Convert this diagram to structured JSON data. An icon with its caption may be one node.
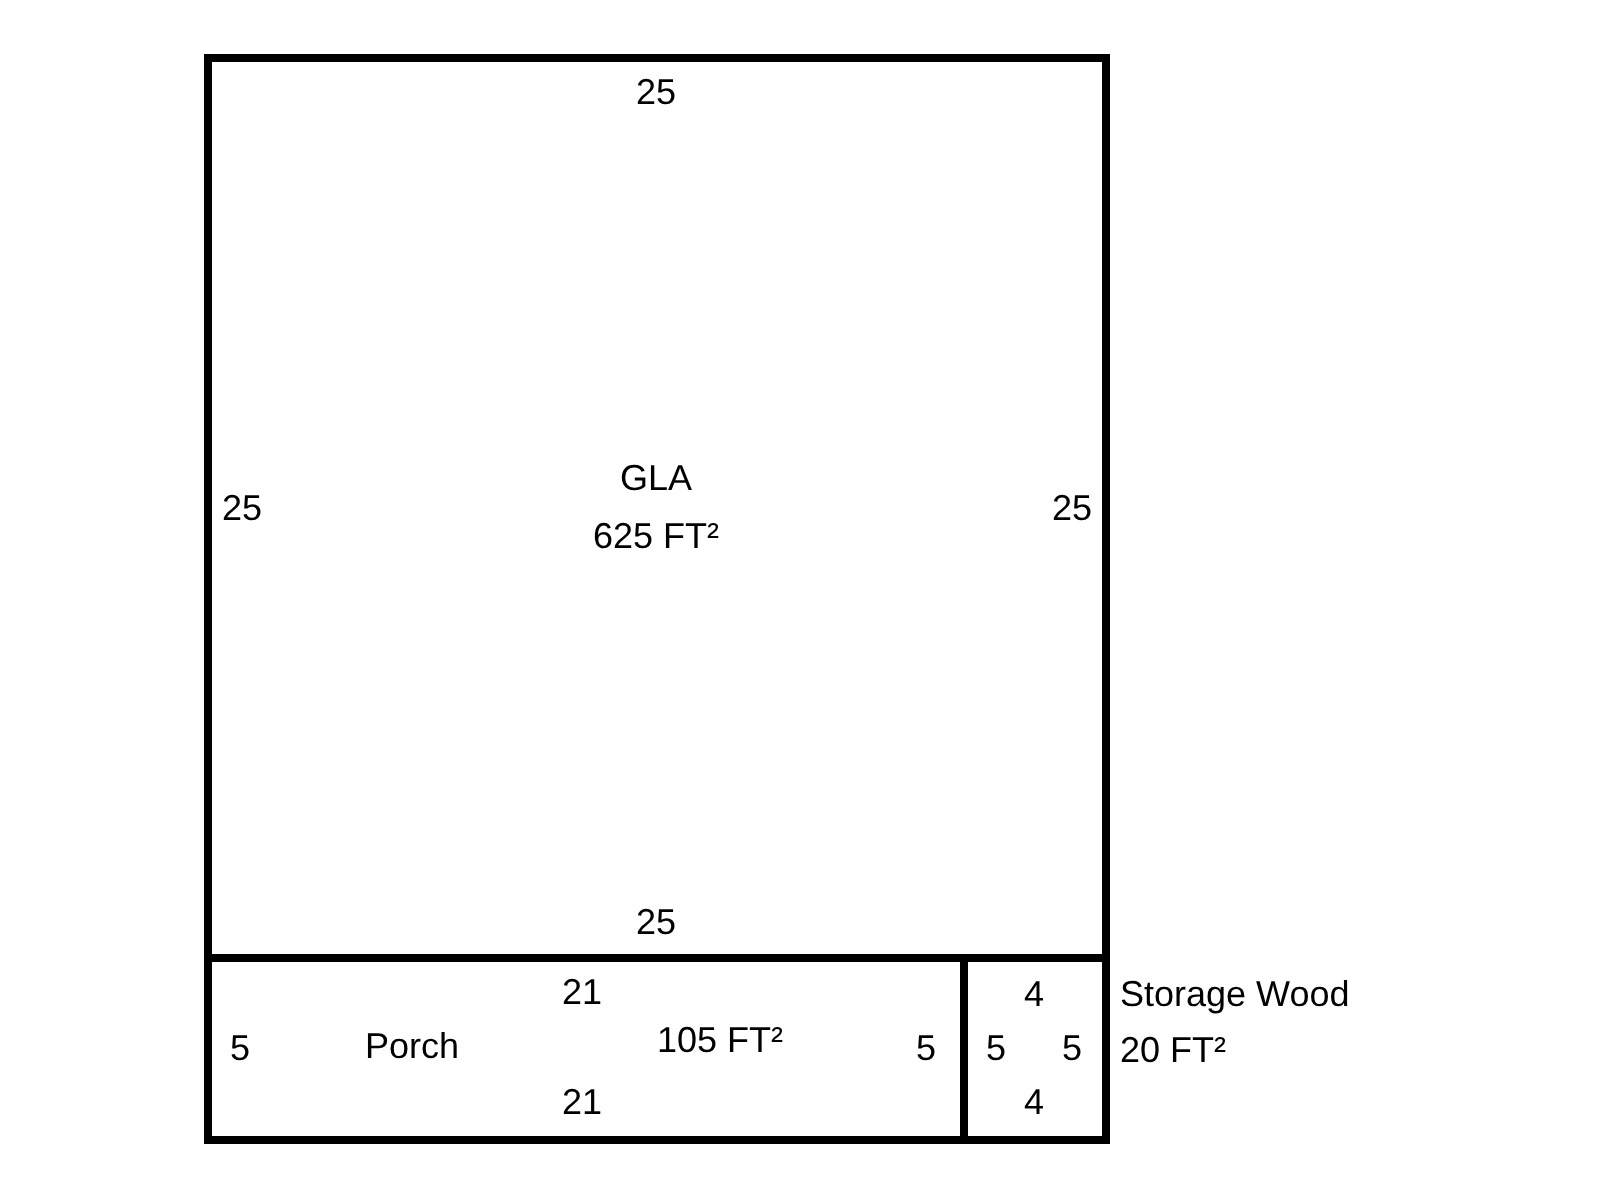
{
  "diagram": {
    "nodes": [
      {
        "text": [
          "GLA",
          "625 FT²"
        ]
      },
      {
        "text": [
          "Porch",
          "105 FT²"
        ]
      },
      {
        "text": [
          "Storage Wood",
          "20 FT²"
        ]
      }
    ],
    "labels": [
      "25",
      "25",
      "25",
      "25",
      "21",
      "4",
      "5",
      "5",
      "5",
      "5",
      "21",
      "4"
    ]
  }
}
